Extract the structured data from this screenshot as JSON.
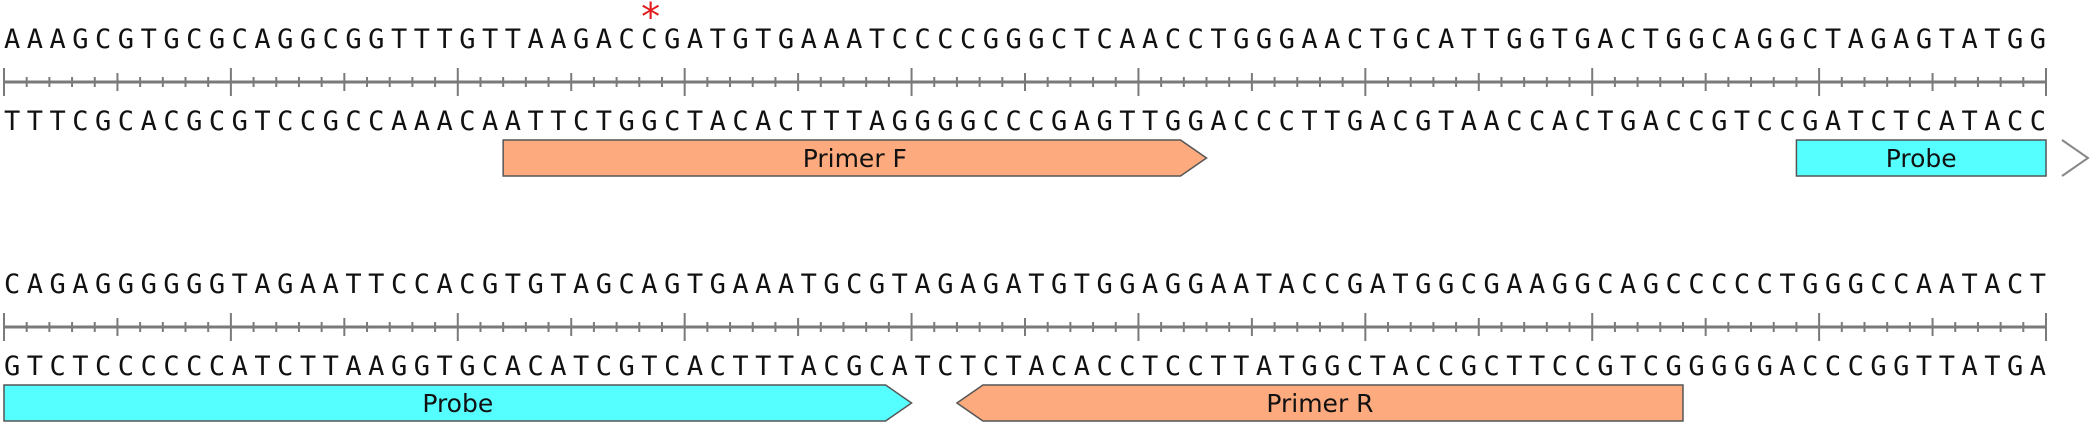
{
  "rows": [
    {
      "top": "AAAGCGTGCGCAGGCGGTTTGTTAAGACCGATGTGAAATCCCCGGGCTCAACCTGGGAACTGCATTGGTGACTGGCAGGCTAGAGTATGG",
      "bottom": "TTTCGCACGCGTCCGCCAAACAATTCTGGCTACACTTTAGGGGCCCGAGTTGGACCCTTGACGTAACCACTGACCGTCCGATCTCATACC",
      "marker": {
        "symbol": "*",
        "position": 29,
        "color": "#e41a1c"
      },
      "features": [
        {
          "label": "Primer F",
          "start": 23,
          "end": 53,
          "direction": "forward",
          "color": "#fdab7e"
        },
        {
          "label": "Probe",
          "start": 80,
          "end": 90,
          "direction": "continues-right",
          "color": "#56ffff"
        }
      ]
    },
    {
      "top": "CAGAGGGGGGTAGAATTCCACGTGTAGCAGTGAAATGCGTAGAGATGTGGAGGAATACCGATGGCGAAGGCAGCCCCCTGGGCCAATACT",
      "bottom": "GTCTCCCCCCATCTTAAGGTGCACATCGTCACTTTACGCATCTCTACACCTCCTTATGGCTACCGCTTCCGTCGGGGGACCCGGTTATGA",
      "features": [
        {
          "label": "Probe",
          "start": 1,
          "end": 40,
          "direction": "forward",
          "color": "#56ffff"
        },
        {
          "label": "Primer R",
          "start": 43,
          "end": 74,
          "direction": "reverse",
          "color": "#fdab7e"
        }
      ]
    }
  ],
  "colors": {
    "ruler": "#7a7a7a",
    "feature_border": "#555555",
    "text": "#111111"
  }
}
